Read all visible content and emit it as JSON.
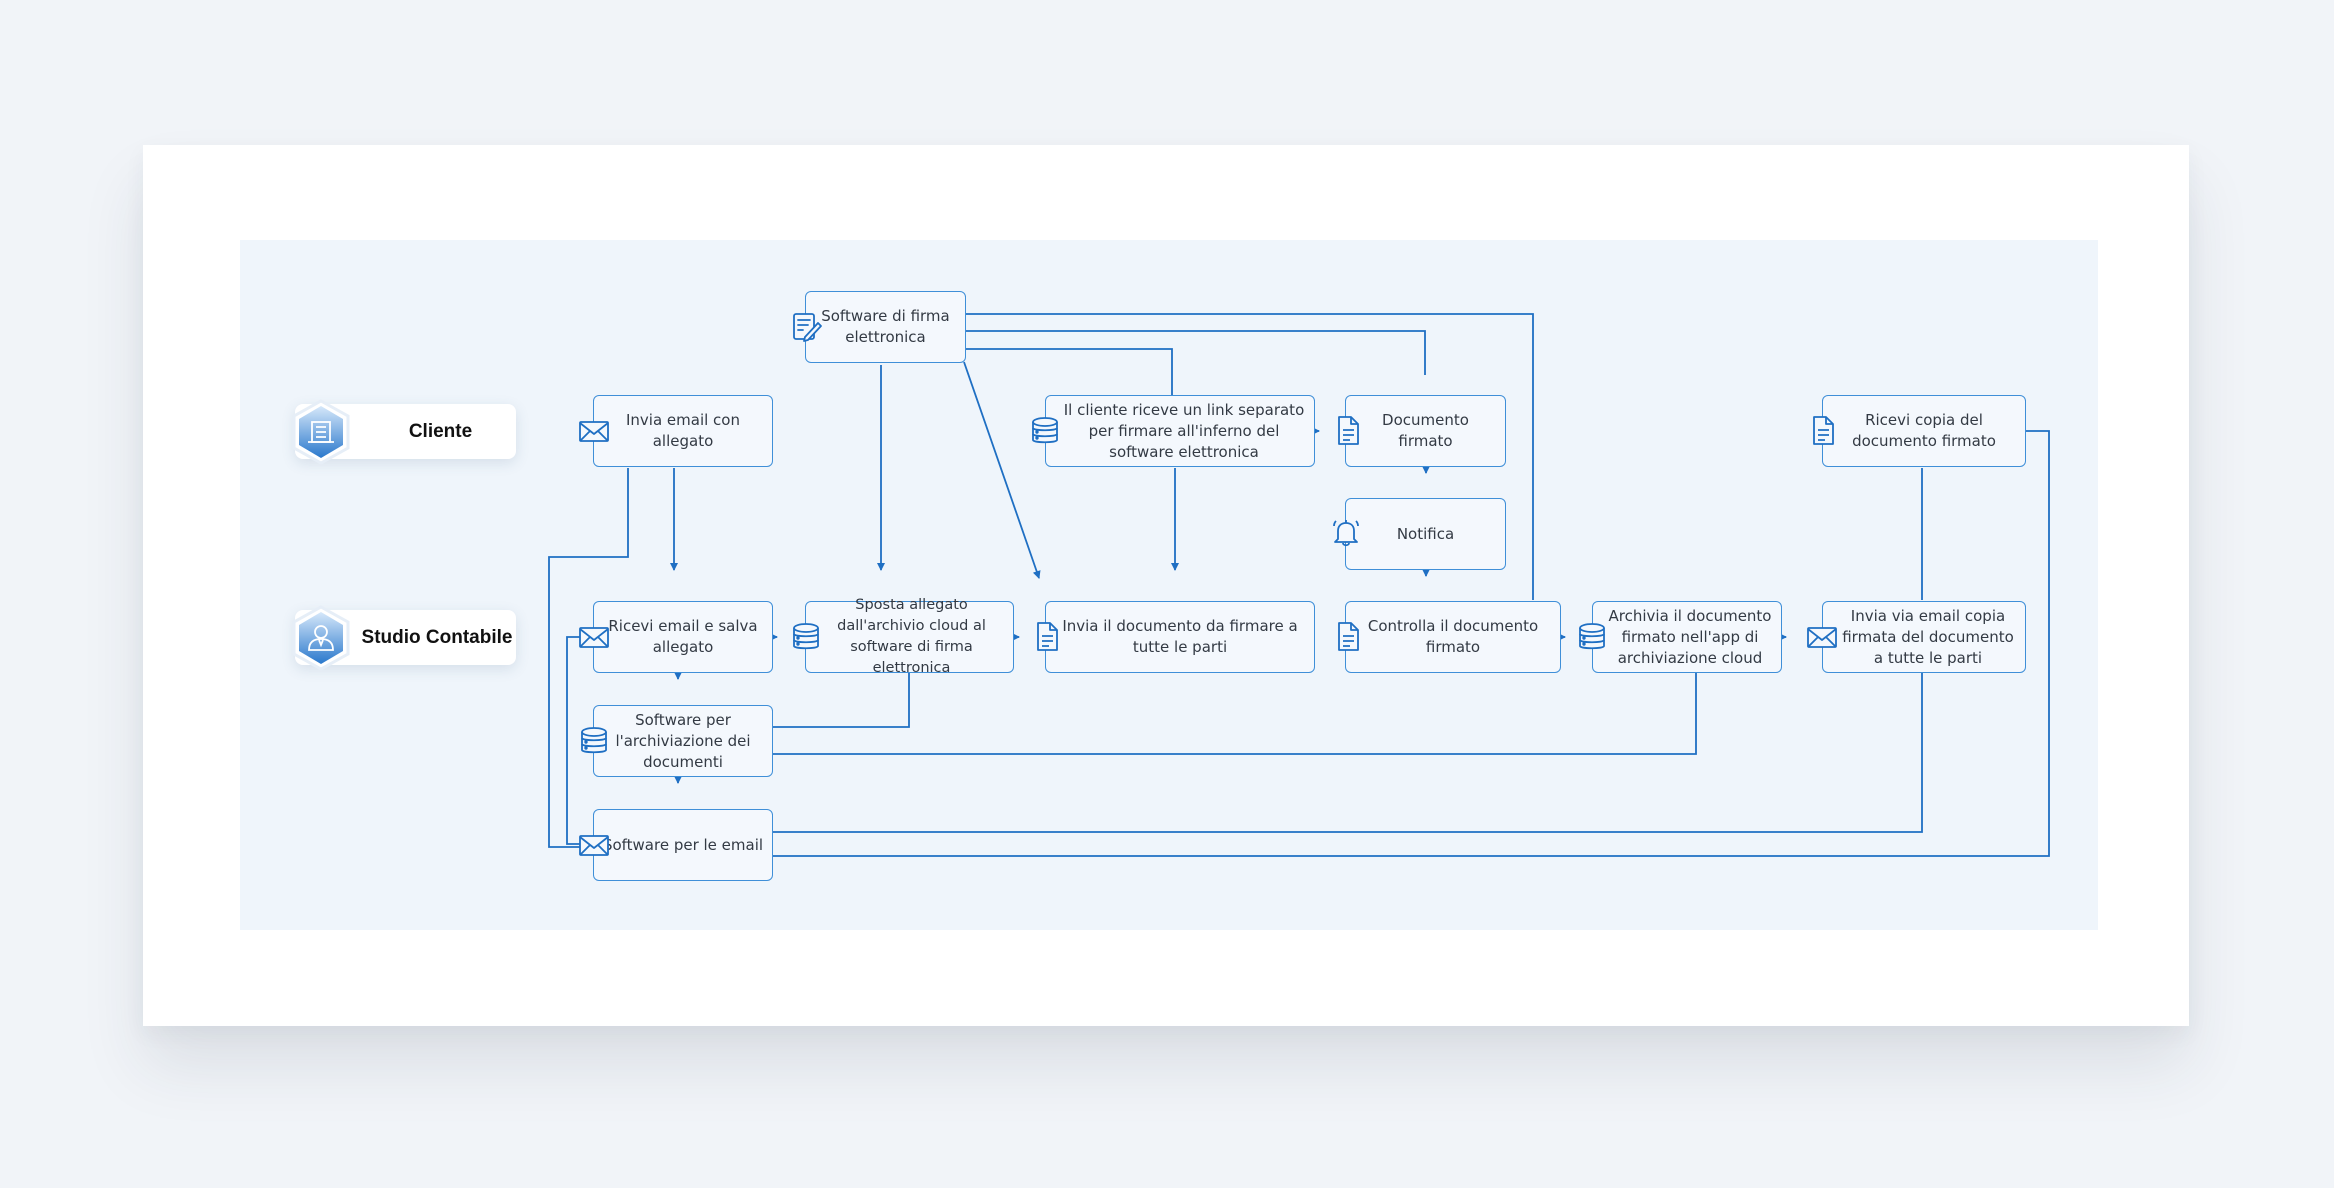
{
  "colors": {
    "accent": "#1f6fc3",
    "page_bg": "#f1f4f8",
    "canvas_bg": "#eff5fb"
  },
  "lanes": [
    {
      "id": "cliente",
      "label": "Cliente",
      "icon": "building-icon"
    },
    {
      "id": "studio",
      "label": "Studio Contabile",
      "icon": "accountant-icon"
    }
  ],
  "nodes": {
    "firma_software": {
      "label": "Software di firma elettronica",
      "icon": "signature-document-icon"
    },
    "invia_email_allegato": {
      "label": "Invia email con allegato",
      "icon": "envelope-icon"
    },
    "link_separato": {
      "label": "Il cliente riceve un link separato per firmare all'inferno del software elettronica",
      "icon": "database-icon"
    },
    "documento_firmato": {
      "label": "Documento firmato",
      "icon": "document-icon"
    },
    "notifica": {
      "label": "Notifica",
      "icon": "bell-icon"
    },
    "ricevi_copia": {
      "label": "Ricevi copia del documento firmato",
      "icon": "document-icon"
    },
    "ricevi_email": {
      "label": "Ricevi email e salva allegato",
      "icon": "envelope-icon"
    },
    "sposta_allegato": {
      "label": "Sposta allegato dall'archivio cloud al software di firma elettronica",
      "icon": "database-icon"
    },
    "invia_documento": {
      "label": "Invia il documento da firmare a tutte le parti",
      "icon": "document-icon"
    },
    "controlla": {
      "label": "Controlla il documento firmato",
      "icon": "document-icon"
    },
    "archivia": {
      "label": "Archivia il documento firmato nell'app di archiviazione cloud",
      "icon": "database-icon"
    },
    "invia_copia": {
      "label": "Invia via email copia firmata del documento a tutte le parti",
      "icon": "envelope-icon"
    },
    "software_archiviazione": {
      "label": "Software per l'archiviazione dei documenti",
      "icon": "database-icon"
    },
    "software_email": {
      "label": "Software per le email",
      "icon": "envelope-icon"
    }
  }
}
